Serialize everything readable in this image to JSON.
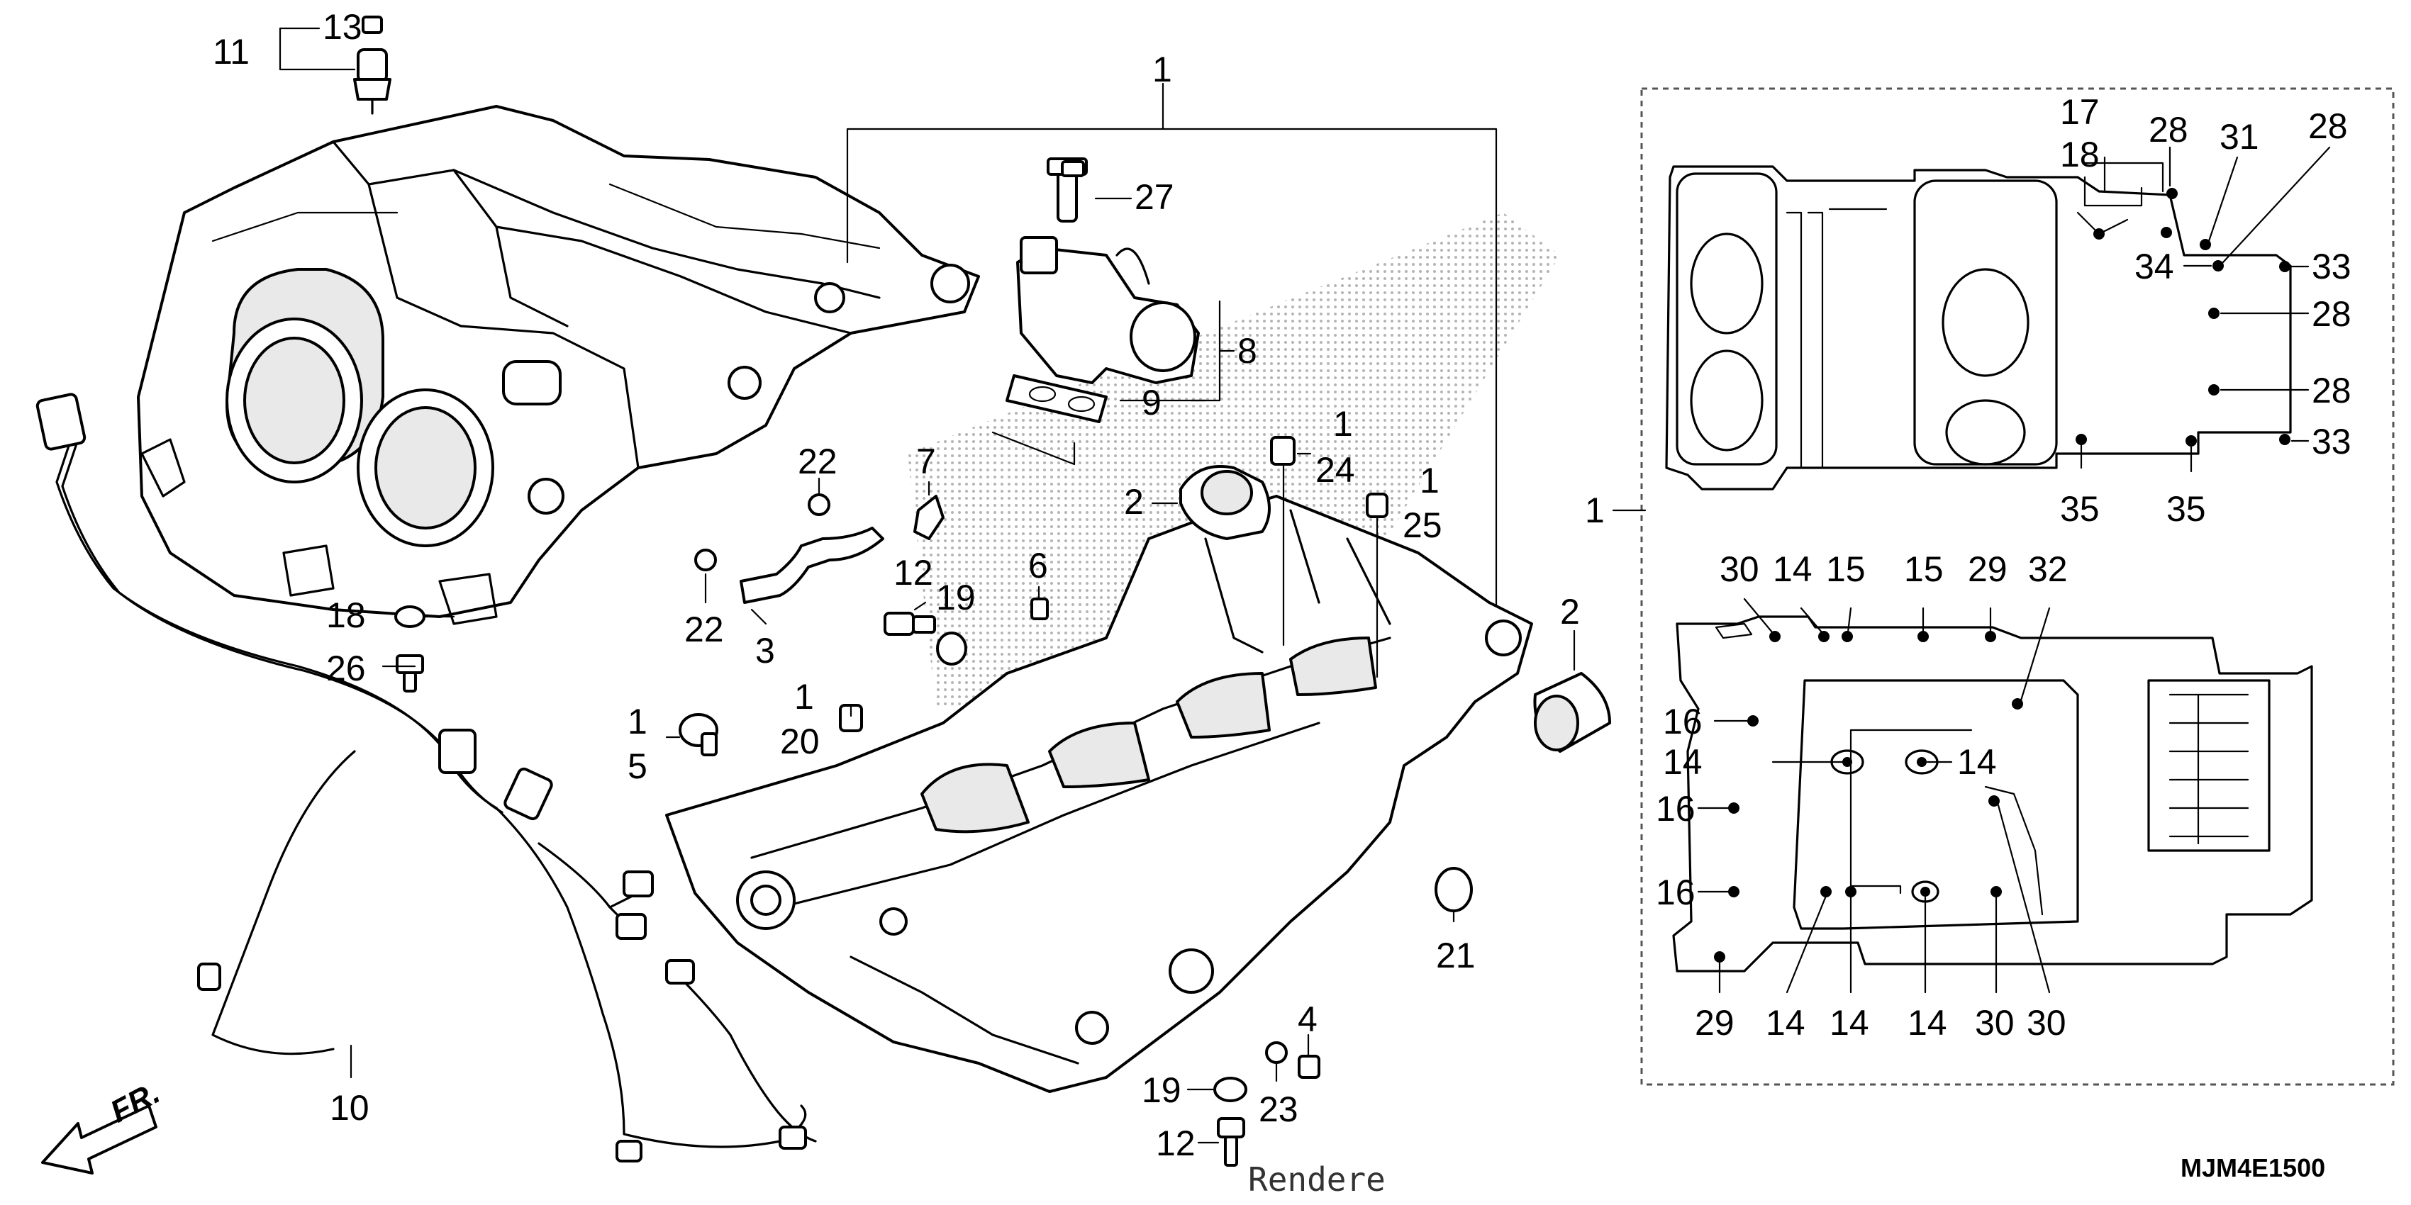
{
  "diagram": {
    "code": "MJM4E1500",
    "watermark": "Rendere",
    "direction": "FR.",
    "callouts": {
      "c1_top": "1",
      "c13": "13",
      "c11": "11",
      "c27": "27",
      "c8": "8",
      "c9": "9",
      "c22a": "22",
      "c7": "7",
      "c1_24": "1",
      "c24": "24",
      "c1_25": "1",
      "c25": "25",
      "c2a": "2",
      "c2b": "2",
      "c22b": "22",
      "c3": "3",
      "c6": "6",
      "c12a": "12",
      "c19a": "19",
      "c18": "18",
      "c26": "26",
      "c1_5": "1",
      "c5": "5",
      "c1_20": "1",
      "c20": "20",
      "c21": "21",
      "c4": "4",
      "c23": "23",
      "c19b": "19",
      "c12b": "12",
      "c10": "10"
    },
    "inset": {
      "c1_left": "1",
      "top": {
        "c17": "17",
        "c18": "18",
        "c28a": "28",
        "c31": "31",
        "c28b": "28",
        "c34": "34",
        "c33a": "33",
        "c28c": "28",
        "c28d": "28",
        "c33b": "33",
        "c35a": "35",
        "c35b": "35"
      },
      "bottom": {
        "c30a": "30",
        "c14a": "14",
        "c15a": "15",
        "c15b": "15",
        "c29a": "29",
        "c32": "32",
        "c16a": "16",
        "c14b": "14",
        "c14c": "14",
        "c16b": "16",
        "c16c": "16",
        "c29b": "29",
        "c14d": "14",
        "c14e": "14",
        "c14f": "14",
        "c30b": "30",
        "c30c": "30"
      }
    }
  }
}
